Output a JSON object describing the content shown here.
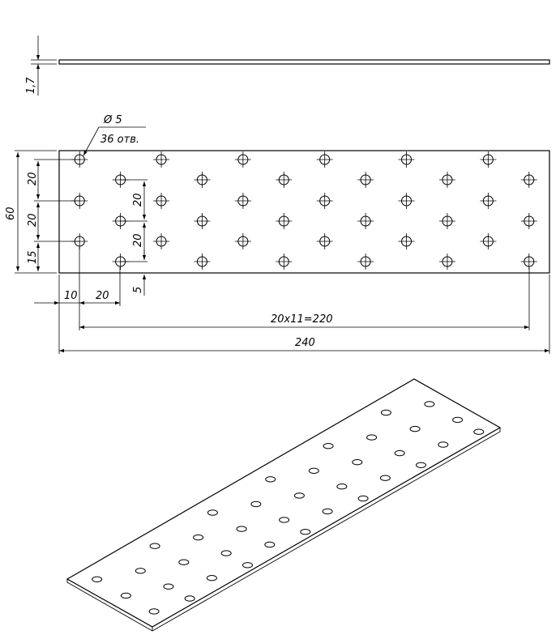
{
  "labels": {
    "thickness": "1,7",
    "hole_diameter": "Ø 5",
    "hole_count": "36 отв.",
    "height_total": "60",
    "pitch_y1": "20",
    "pitch_y2": "20",
    "edge_bottom": "15",
    "inner_pitch1": "20",
    "inner_pitch2": "20",
    "inner_edge": "5",
    "edge_left": "10",
    "pitch_x": "20",
    "span": "20x11=220",
    "length_total": "240"
  },
  "plate": {
    "length_mm": 240,
    "width_mm": 60,
    "thickness_mm": 1.7,
    "hole_diameter_mm": 5,
    "hole_count": 36,
    "columns": 12,
    "column_pitch_mm": 20,
    "first_column_offset_mm": 10
  },
  "colors": {
    "line": "#000000",
    "background": "#ffffff"
  }
}
